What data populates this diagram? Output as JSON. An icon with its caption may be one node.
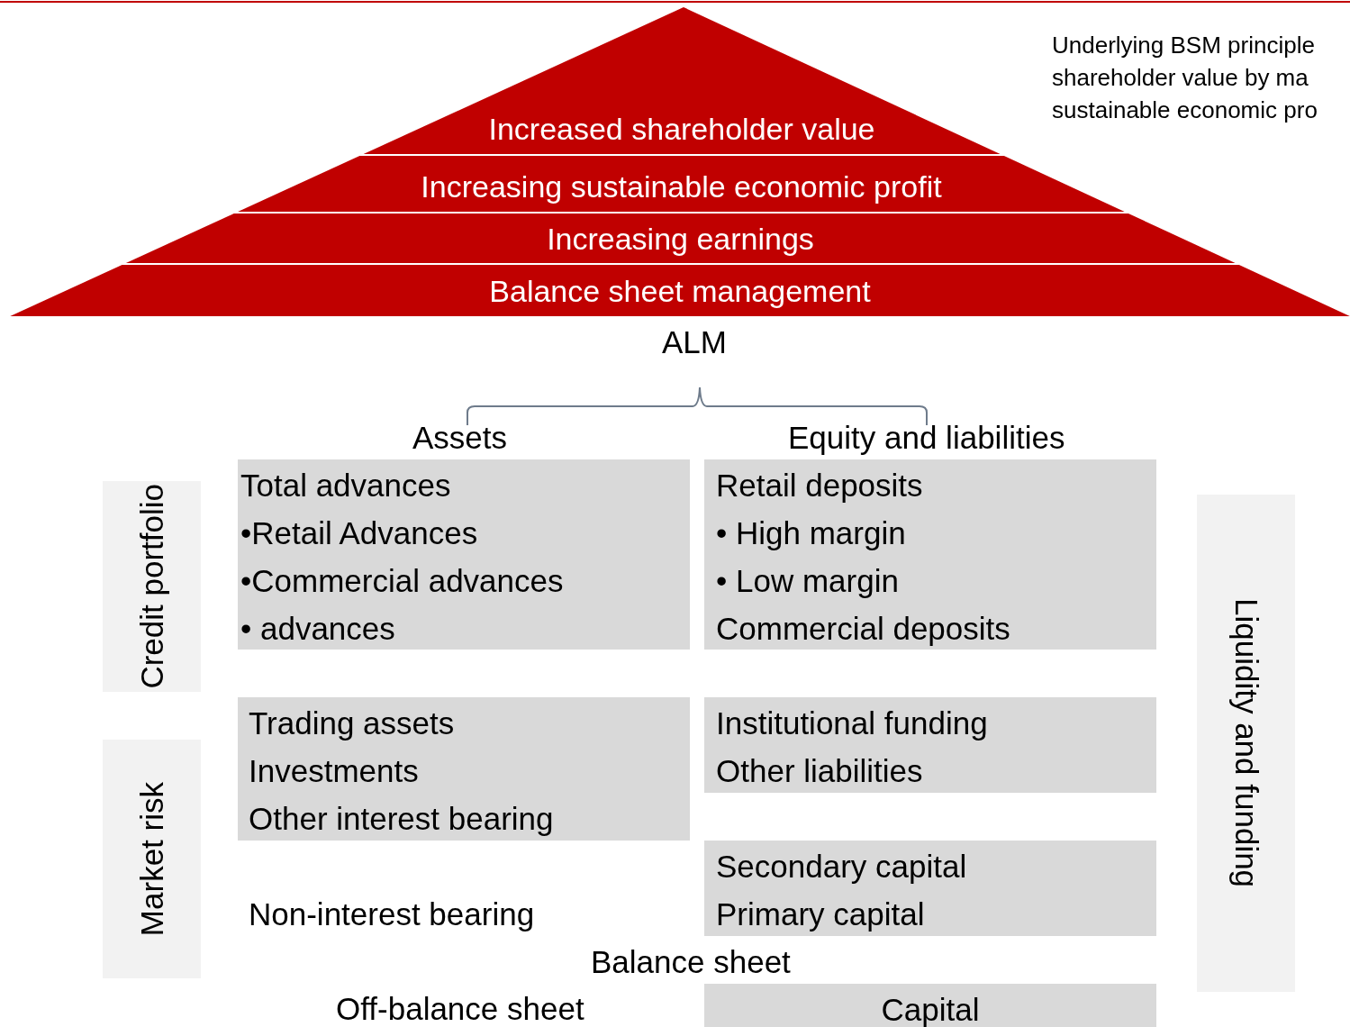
{
  "diagram": {
    "nodes": [
      {
        "text": [
          "Increased shareholder value"
        ]
      },
      {
        "text": [
          "Increasing sustainable economic profit"
        ]
      },
      {
        "text": [
          "Increasing earnings"
        ]
      },
      {
        "text": [
          "Balance sheet management"
        ]
      },
      {
        "text": [
          "Credit portfolio"
        ]
      },
      {
        "text": [
          "Market risk"
        ]
      },
      {
        "text": [
          "Total advances",
          "•Retail Advances",
          "•Commercial advances",
          "• advances"
        ]
      },
      {
        "text": [
          "Retail deposits",
          "• High margin",
          "• Low margin",
          "Commercial deposits"
        ]
      },
      {
        "text": [
          "Liquidity and funding"
        ]
      },
      {
        "text": [
          "Trading assets",
          "Investments",
          "Other interest bearing"
        ]
      },
      {
        "text": [
          "Institutional funding",
          "Other liabilities"
        ]
      },
      {
        "text": [
          "Secondary capital",
          "Primary capital"
        ]
      },
      {
        "text": [
          "Capital"
        ]
      }
    ],
    "labels": [
      "Underlying BSM principle shareholder  value by ma sustainable economic pro",
      "ALM",
      "Assets",
      "Equity and liabilities",
      "Non-interest bearing",
      "Balance sheet",
      "Off-balance sheet"
    ]
  }
}
